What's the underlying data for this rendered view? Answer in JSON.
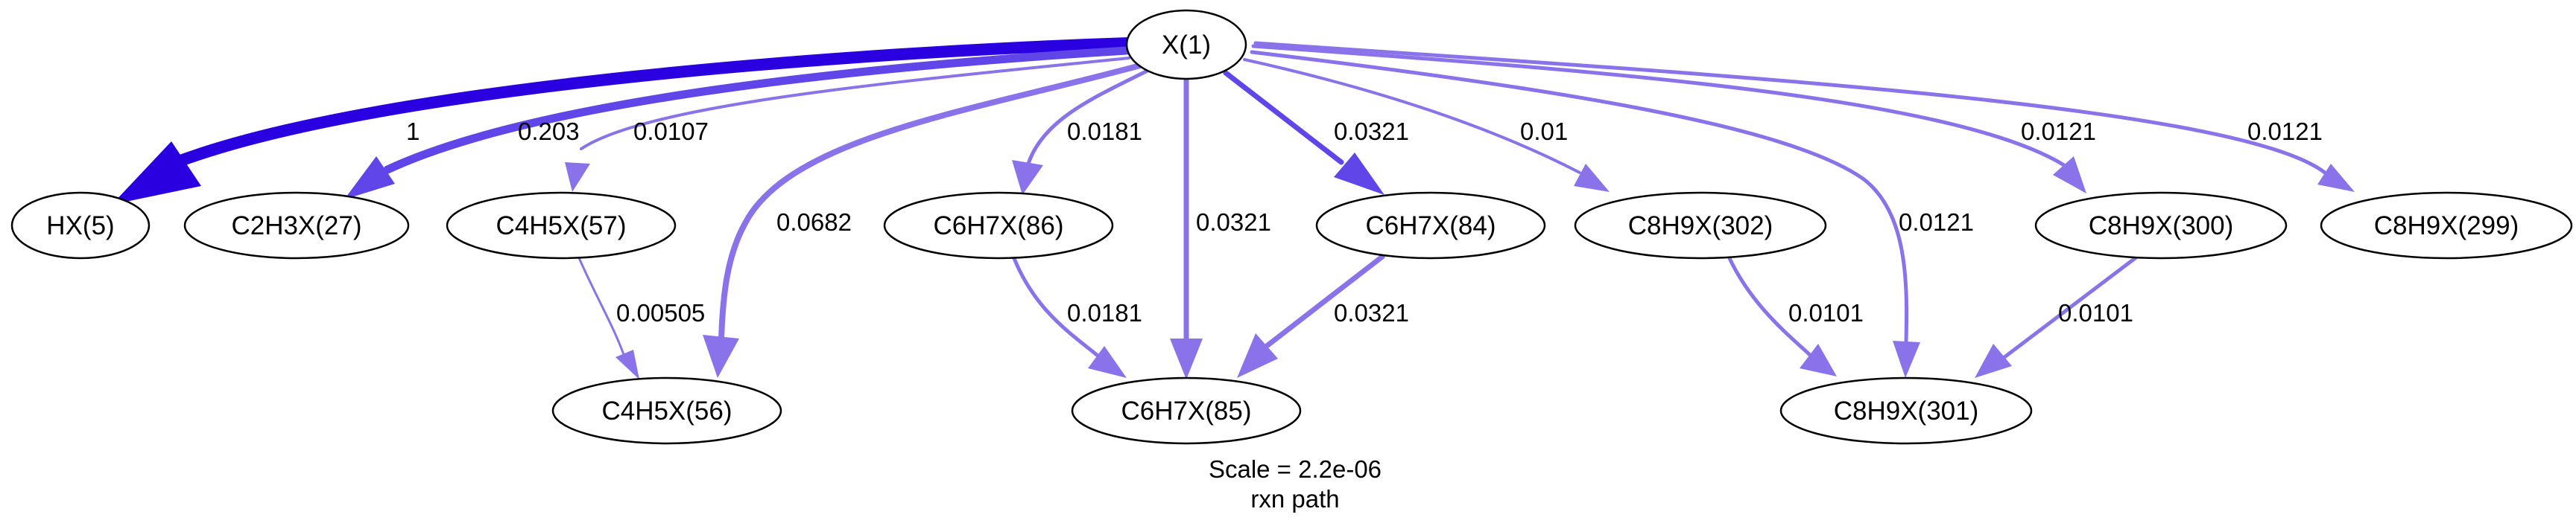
{
  "graph": {
    "caption_scale": "Scale = 2.2e-06",
    "caption_title": "rxn path",
    "colors": {
      "edge_strong": "#2a00e0",
      "edge_medium": "#6045e8",
      "edge_light": "#8a73ea",
      "node_stroke": "#000000",
      "background": "#ffffff"
    },
    "nodes": [
      {
        "id": "X1",
        "label": "X(1)"
      },
      {
        "id": "HX5",
        "label": "HX(5)"
      },
      {
        "id": "C2H3X27",
        "label": "C2H3X(27)"
      },
      {
        "id": "C4H5X57",
        "label": "C4H5X(57)"
      },
      {
        "id": "C6H7X86",
        "label": "C6H7X(86)"
      },
      {
        "id": "C6H7X84",
        "label": "C6H7X(84)"
      },
      {
        "id": "C8H9X302",
        "label": "C8H9X(302)"
      },
      {
        "id": "C8H9X300",
        "label": "C8H9X(300)"
      },
      {
        "id": "C8H9X299",
        "label": "C8H9X(299)"
      },
      {
        "id": "C4H5X56",
        "label": "C4H5X(56)"
      },
      {
        "id": "C6H7X85",
        "label": "C6H7X(85)"
      },
      {
        "id": "C8H9X301",
        "label": "C8H9X(301)"
      }
    ],
    "edges": [
      {
        "id": "x1-hx5",
        "from": "X(1)",
        "to": "HX(5)",
        "label": "1",
        "flux": 1
      },
      {
        "id": "x1-c2h3x27",
        "from": "X(1)",
        "to": "C2H3X(27)",
        "label": "0.203",
        "flux": 0.203
      },
      {
        "id": "x1-c4h5x57",
        "from": "X(1)",
        "to": "C4H5X(57)",
        "label": "0.0107",
        "flux": 0.0107
      },
      {
        "id": "x1-c4h5x56",
        "from": "X(1)",
        "to": "C4H5X(56)",
        "label": "0.0682",
        "flux": 0.0682
      },
      {
        "id": "x1-c6h7x86",
        "from": "X(1)",
        "to": "C6H7X(86)",
        "label": "0.0181",
        "flux": 0.0181
      },
      {
        "id": "x1-c6h7x85",
        "from": "X(1)",
        "to": "C6H7X(85)",
        "label": "0.0321",
        "flux": 0.0321
      },
      {
        "id": "x1-c6h7x84",
        "from": "X(1)",
        "to": "C6H7X(84)",
        "label": "0.0321",
        "flux": 0.0321
      },
      {
        "id": "x1-c8h9x302",
        "from": "X(1)",
        "to": "C8H9X(302)",
        "label": "0.01",
        "flux": 0.01
      },
      {
        "id": "x1-c8h9x301",
        "from": "X(1)",
        "to": "C8H9X(301)",
        "label": "0.0121",
        "flux": 0.0121
      },
      {
        "id": "x1-c8h9x300",
        "from": "X(1)",
        "to": "C8H9X(300)",
        "label": "0.0121",
        "flux": 0.0121
      },
      {
        "id": "x1-c8h9x299",
        "from": "X(1)",
        "to": "C8H9X(299)",
        "label": "0.0121",
        "flux": 0.0121
      },
      {
        "id": "c4h5x57-c4h5x56",
        "from": "C4H5X(57)",
        "to": "C4H5X(56)",
        "label": "0.00505",
        "flux": 0.00505
      },
      {
        "id": "c6h7x86-c6h7x85",
        "from": "C6H7X(86)",
        "to": "C6H7X(85)",
        "label": "0.0181",
        "flux": 0.0181
      },
      {
        "id": "c6h7x84-c6h7x85",
        "from": "C6H7X(84)",
        "to": "C6H7X(85)",
        "label": "0.0321",
        "flux": 0.0321
      },
      {
        "id": "c8h9x302-c8h9x301",
        "from": "C8H9X(302)",
        "to": "C8H9X(301)",
        "label": "0.0101",
        "flux": 0.0101
      },
      {
        "id": "c8h9x300-c8h9x301",
        "from": "C8H9X(300)",
        "to": "C8H9X(301)",
        "label": "0.0101",
        "flux": 0.0101
      }
    ]
  }
}
